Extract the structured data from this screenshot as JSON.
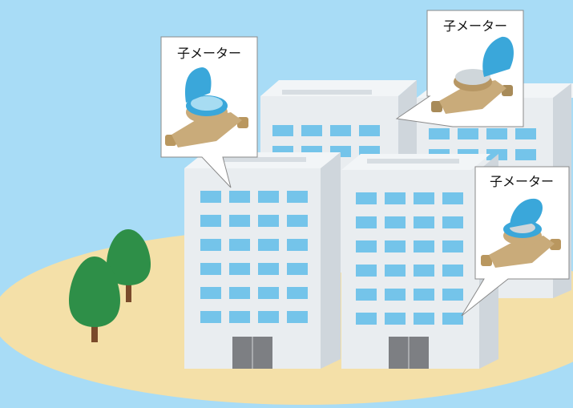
{
  "scene": {
    "callouts": [
      {
        "label": "子メーター"
      },
      {
        "label": "子メーター"
      },
      {
        "label": "子メーター"
      }
    ]
  },
  "colors": {
    "sky": "#a8dcf6",
    "ground": "#f4e0a8",
    "building_face": "#e9edf0",
    "building_side": "#cfd6dc",
    "window": "#74c4ea",
    "tree": "#2e8f48",
    "trunk": "#7a4a2b",
    "meter_cap": "#3aa7da",
    "meter_brass": "#c9ab7a"
  }
}
